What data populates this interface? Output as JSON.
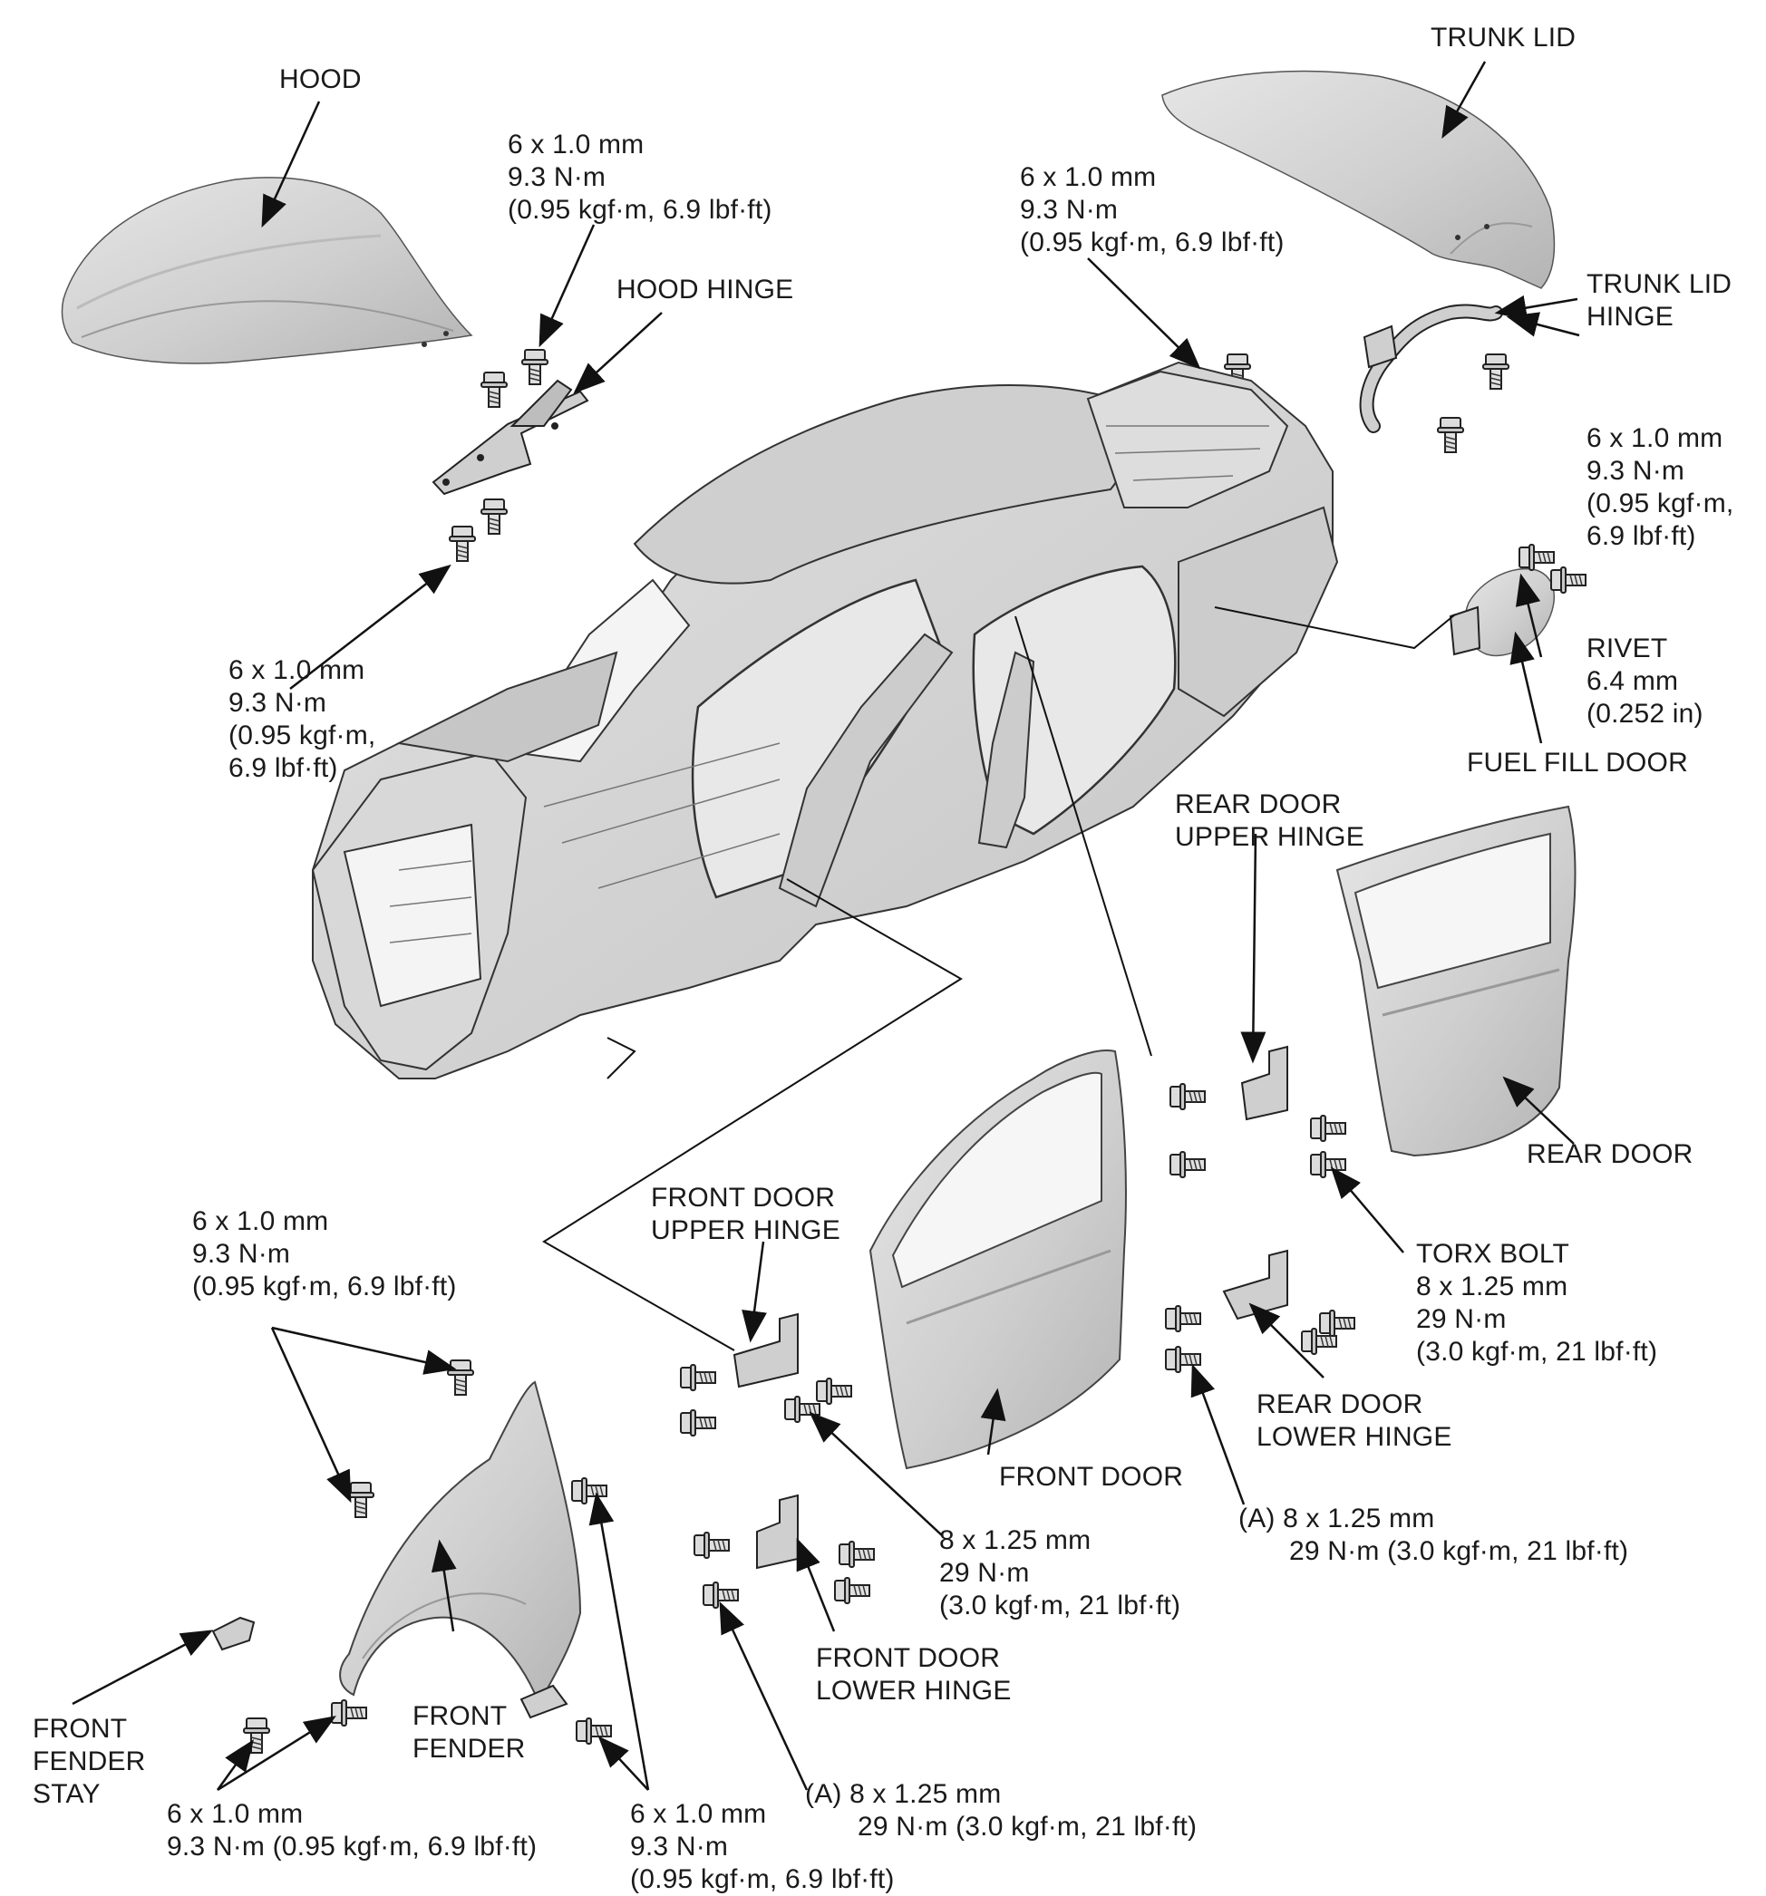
{
  "labels": {
    "hood": [
      "HOOD"
    ],
    "hood_bolt_spec": [
      "6 x 1.0 mm",
      "9.3 N·m",
      "(0.95 kgf·m, 6.9 lbf·ft)"
    ],
    "hood_hinge": [
      "HOOD HINGE"
    ],
    "hinge_lower_bolt_spec": [
      "6 x 1.0 mm",
      "9.3 N·m",
      "(0.95 kgf·m,",
      "6.9 lbf·ft)"
    ],
    "trunk_bolt_spec": [
      "6 x 1.0 mm",
      "9.3 N·m",
      "(0.95 kgf·m, 6.9 lbf·ft)"
    ],
    "trunk_lid": [
      "TRUNK LID"
    ],
    "trunk_lid_hinge": [
      "TRUNK LID",
      "HINGE"
    ],
    "trunk_hinge_bolt_spec": [
      "6 x 1.0 mm",
      "9.3 N·m",
      "(0.95 kgf·m,",
      "6.9 lbf·ft)"
    ],
    "rivet": [
      "RIVET",
      "6.4 mm",
      "(0.252 in)"
    ],
    "fuel_fill_door": [
      "FUEL FILL DOOR"
    ],
    "rear_door_upper_hinge": [
      "REAR DOOR",
      "UPPER HINGE"
    ],
    "rear_door": [
      "REAR DOOR"
    ],
    "torx_bolt": [
      "TORX BOLT",
      "8 x 1.25 mm",
      "29 N·m",
      "(3.0 kgf·m, 21 lbf·ft)"
    ],
    "rear_door_lower_hinge": [
      "REAR DOOR",
      "LOWER HINGE"
    ],
    "rear_a_bolt": [
      "(A) 8 x 1.25 mm",
      "29 N·m (3.0 kgf·m, 21 lbf·ft)"
    ],
    "front_door_upper_hinge": [
      "FRONT DOOR",
      "UPPER HINGE"
    ],
    "front_door": [
      "FRONT DOOR"
    ],
    "front_hinge_bolt": [
      "8 x 1.25 mm",
      "29 N·m",
      "(3.0 kgf·m, 21 lbf·ft)"
    ],
    "front_door_lower_hinge": [
      "FRONT DOOR",
      "LOWER HINGE"
    ],
    "front_a_bolt": [
      "(A) 8 x 1.25 mm",
      "29 N·m (3.0 kgf·m, 21 lbf·ft)"
    ],
    "fender_top_bolt_spec": [
      "6 x 1.0 mm",
      "9.3 N·m",
      "(0.95 kgf·m, 6.9 lbf·ft)"
    ],
    "front_fender": [
      "FRONT",
      "FENDER"
    ],
    "front_fender_stay": [
      "FRONT",
      "FENDER",
      "STAY"
    ],
    "fender_bottom_bolt_spec": [
      "6 x 1.0 mm",
      "9.3 N·m (0.95 kgf·m, 6.9 lbf·ft)"
    ],
    "fender_side_bolt_spec": [
      "6 x 1.0 mm",
      "9.3 N·m",
      "(0.95 kgf·m, 6.9 lbf·ft)"
    ]
  },
  "colors": {
    "panel_fill": "#d2d2d2",
    "panel_dark": "#a8a8a8",
    "outline": "#1a1a1a",
    "leader": "#111111"
  }
}
